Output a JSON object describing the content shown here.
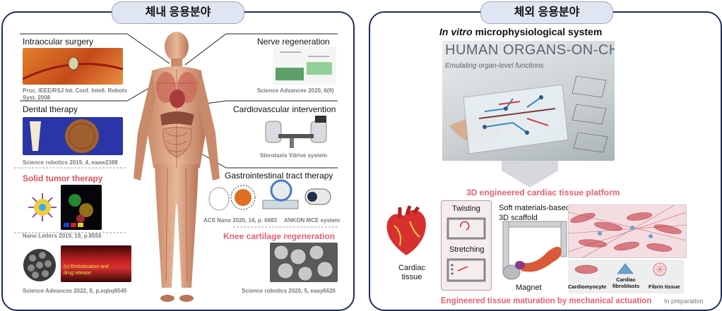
{
  "left_panel": {
    "title": "체내 응용분야",
    "items": {
      "intraocular": {
        "label": "Intraocular surgery",
        "citation": "Proc. IEEE/RSJ Int. Conf. Intell. Robots Syst. 2008"
      },
      "dental": {
        "label": "Dental therapy",
        "citation": "Science robotics 2019, 4, eaaw2388"
      },
      "solid_tumor": {
        "label": "Solid tumor therapy",
        "citation": "Nano Letters 2019, 19, p.8550"
      },
      "embolization": {
        "caption": "(v) Embolization and drug release",
        "citation": "Science Advances 2022, 8, p.eqbq8545"
      },
      "nerve": {
        "label": "Nerve regeneration",
        "citation": "Science Advances 2020, 6(9)"
      },
      "cardio": {
        "label": "Cardiovascular intervention",
        "citation": "Sterotaxis Vdrive system"
      },
      "gi": {
        "label": "Gastrointestinal tract therapy",
        "citation_left": "ACS Nano 2020, 14, p. 6683",
        "citation_right": "ANKON MCE system"
      },
      "knee": {
        "label": "Knee cartilage regeneration",
        "citation": "Science robotics 2020, 5, eaay6626"
      }
    }
  },
  "right_panel": {
    "title": "체외 응용분야",
    "heading_italic": "In vitro",
    "heading_rest": " microphysiological system",
    "organs_title": "HUMAN ORGANS-ON-CHIPS",
    "organs_subtitle": "Emulating organ-level functions",
    "platform_title": "3D engineered cardiac tissue platform",
    "twisting": "Twisting",
    "stretching": "Stretching",
    "scaffold": "Soft materials-based 3D scaffold",
    "cardiac_tissue": "Cardiac tissue",
    "magnet": "Magnet",
    "cell_types": [
      "Cardiomyocyte",
      "Cardiac fibroblasts",
      "Fibrin tissue"
    ],
    "bottom_caption": "Engineered tissue maturation by mechanical actuation",
    "status": "In preparation"
  },
  "colors": {
    "accent_red": "#e0505a",
    "panel_border": "#1f2f5a",
    "title_bg": "#dfe6f2"
  }
}
